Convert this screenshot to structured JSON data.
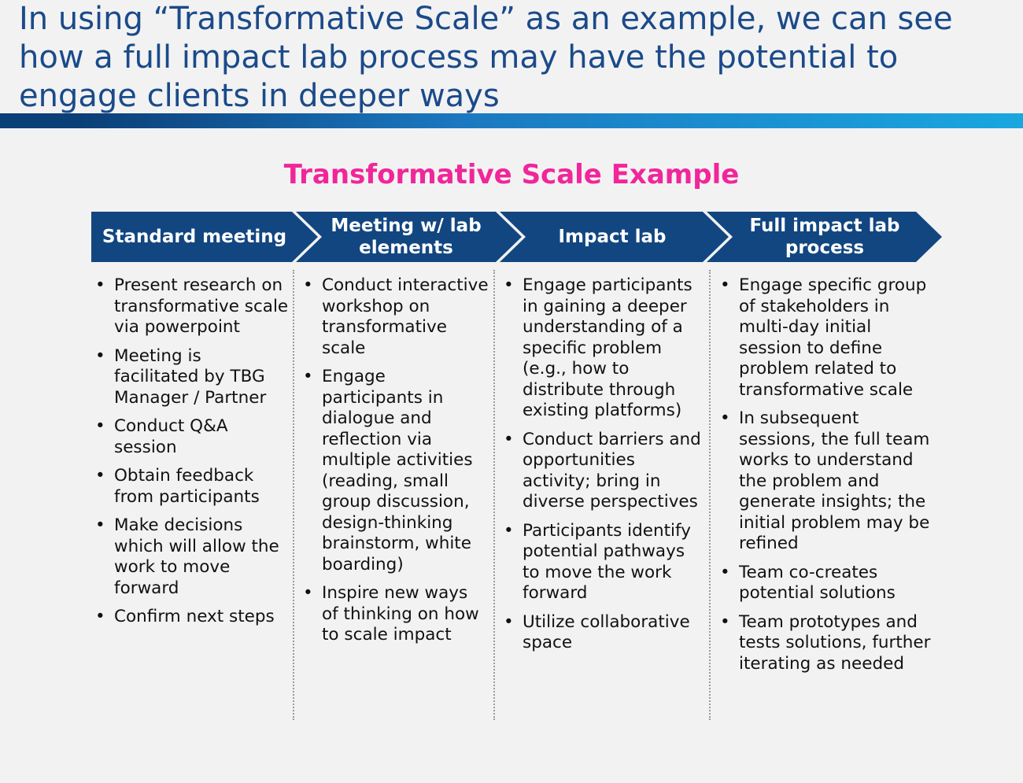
{
  "slide": {
    "title": "In using “Transformative Scale” as an example, we can see how a full impact lab process may have the potential to engage clients in deeper ways",
    "subtitle": "Transformative Scale Example"
  },
  "colors": {
    "title": "#1a4a8a",
    "chevron": "#124680",
    "subtitle": "#f0269a"
  },
  "stages": [
    {
      "label": "Standard meeting",
      "bullets": [
        "Present research on transformative scale via powerpoint",
        "Meeting is facilitated by TBG Manager / Partner",
        "Conduct Q&A session",
        "Obtain feedback from participants",
        "Make decisions which will allow the work to move forward",
        "Confirm next steps"
      ]
    },
    {
      "label": "Meeting w/ lab elements",
      "bullets": [
        "Conduct interactive workshop on transformative scale",
        "Engage participants in dialogue and reflection via multiple activities (reading, small group discussion, design-thinking brainstorm, white boarding)",
        "Inspire new ways of thinking on how to scale impact"
      ]
    },
    {
      "label": "Impact lab",
      "bullets": [
        "Engage participants in gaining a deeper understanding of a specific problem (e.g., how to distribute through existing platforms)",
        "Conduct barriers and opportunities activity; bring in diverse perspectives",
        "Participants identify potential pathways to move the work forward",
        "Utilize collaborative space"
      ]
    },
    {
      "label": "Full impact lab process",
      "bullets": [
        "Engage specific group of stakeholders in multi-day initial session to define problem related to transformative scale",
        "In subsequent sessions, the full team works to understand the problem and generate insights; the initial problem may be refined",
        "Team co-creates potential solutions",
        "Team prototypes and tests solutions, further iterating as needed"
      ]
    }
  ]
}
